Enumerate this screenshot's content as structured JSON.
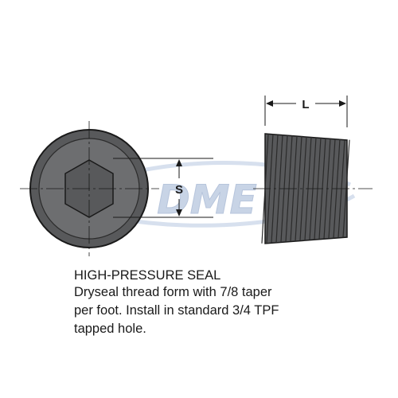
{
  "labels": {
    "length_dim": "L",
    "socket_dim": "S"
  },
  "watermark": {
    "text": "DME",
    "color": "#c8d4e6"
  },
  "description": {
    "heading": "HIGH-PRESSURE SEAL",
    "lines": [
      "Dryseal thread form with 7/8 taper",
      "per foot. Install in standard 3/4 TPF",
      "tapped hole."
    ]
  },
  "colors": {
    "body": "#58595b",
    "face": "#6d6e70",
    "thread_dark": "#2b2b2b",
    "outline": "#1a1a1a",
    "background": "#ffffff"
  }
}
